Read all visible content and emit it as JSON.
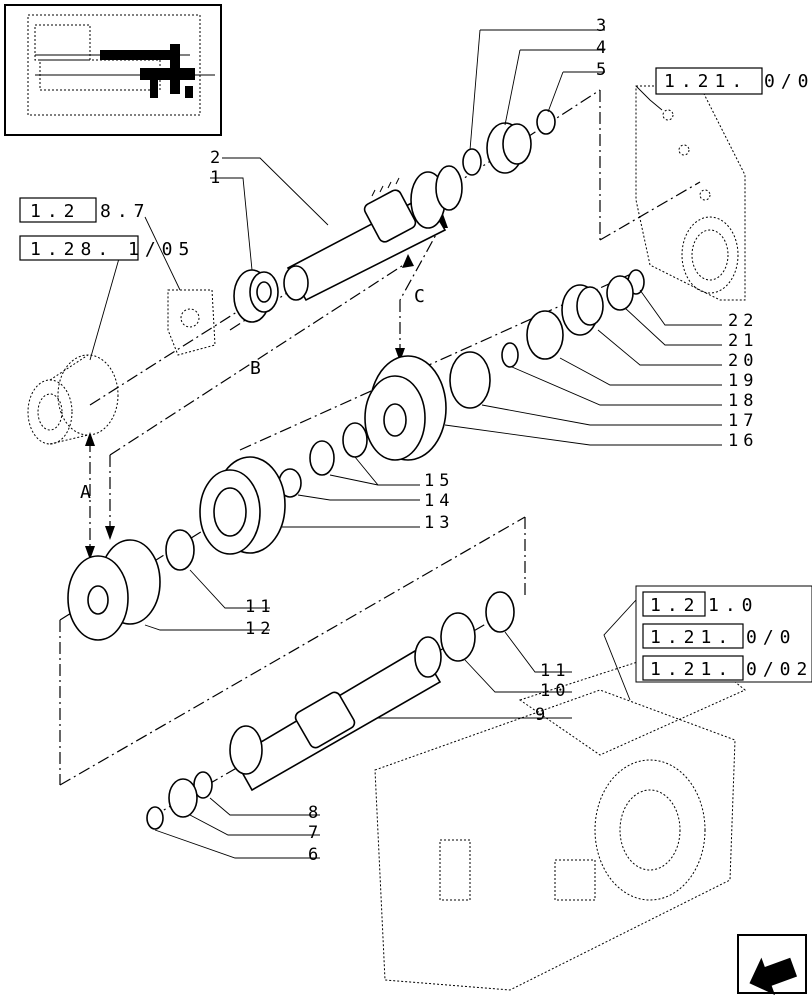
{
  "callouts": {
    "c1": "1",
    "c2": "2",
    "c3": "3",
    "c4": "4",
    "c5": "5",
    "c6": "6",
    "c7": "7",
    "c8": "8",
    "c9": "9",
    "c10": "10",
    "c11a": "11",
    "c11b": "11",
    "c12": "12",
    "c13": "13",
    "c14": "14",
    "c15": "15",
    "c16": "16",
    "c17": "17",
    "c18": "18",
    "c19": "19",
    "c20": "20",
    "c21": "21",
    "c22": "22"
  },
  "section_refs": {
    "r1": {
      "boxed": "1.2",
      "rest": "8.7"
    },
    "r2": {
      "boxed": "1.28.",
      "rest": "1/05"
    },
    "r3": {
      "boxed": "1.21.",
      "rest": "0/0"
    },
    "r4": {
      "boxed": "1.2",
      "rest": "1.0"
    },
    "r5": {
      "boxed": "1.21.",
      "rest": "0/0"
    },
    "r6": {
      "boxed": "1.21.",
      "rest": "0/02"
    }
  },
  "connectors": {
    "a": "A",
    "b": "B",
    "c": "C"
  },
  "icons": {
    "thumbnail": "gearbox-locator-thumbnail",
    "nav": "previous-page-arrow-icon"
  }
}
